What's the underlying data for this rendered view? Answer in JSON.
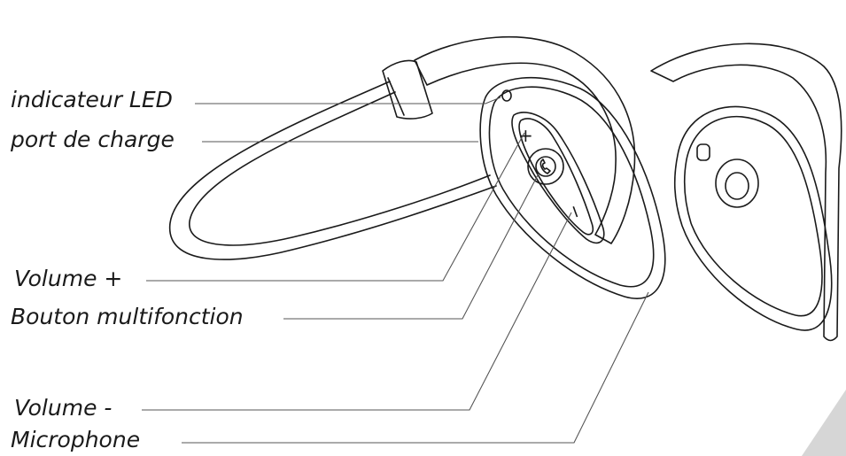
{
  "labels": {
    "led": "indicateur LED",
    "charge_port": "port de charge",
    "volume_up": "Volume +",
    "multifunction": "Bouton multifonction",
    "volume_down": "Volume -",
    "microphone": "Microphone"
  },
  "button_marks": {
    "plus": "+",
    "minus": "−"
  },
  "colors": {
    "line": "#1a1a1a",
    "leader": "#555555",
    "corner": "#d6d6d6"
  }
}
